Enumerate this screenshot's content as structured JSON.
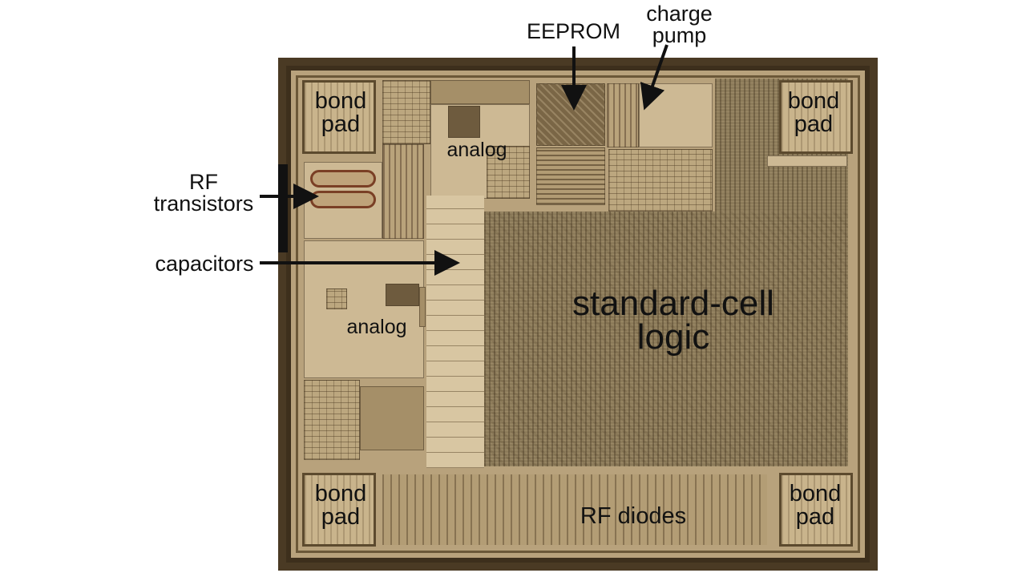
{
  "die_regions": [
    {
      "id": "bond-pad-top-left",
      "lines": [
        "bond",
        "pad"
      ]
    },
    {
      "id": "bond-pad-top-right",
      "lines": [
        "bond",
        "pad"
      ]
    },
    {
      "id": "bond-pad-bottom-left",
      "lines": [
        "bond",
        "pad"
      ]
    },
    {
      "id": "bond-pad-bottom-right",
      "lines": [
        "bond",
        "pad"
      ]
    },
    {
      "id": "analog-top",
      "lines": [
        "analog"
      ]
    },
    {
      "id": "analog-left",
      "lines": [
        "analog"
      ]
    },
    {
      "id": "standard-cell-logic",
      "lines": [
        "standard-cell",
        "logic"
      ]
    },
    {
      "id": "rf-diodes",
      "lines": [
        "RF diodes"
      ]
    }
  ],
  "callouts": [
    {
      "id": "eeprom",
      "lines": [
        "EEPROM"
      ]
    },
    {
      "id": "charge-pump",
      "lines": [
        "charge",
        "pump"
      ]
    },
    {
      "id": "rf-transistors",
      "lines": [
        "RF",
        "transistors"
      ]
    },
    {
      "id": "capacitors",
      "lines": [
        "capacitors"
      ]
    }
  ],
  "colors": {
    "label_text": "#111111",
    "arrow": "#111111",
    "die_edge": "#4a3a24",
    "die_surface": "#b8a27c"
  }
}
